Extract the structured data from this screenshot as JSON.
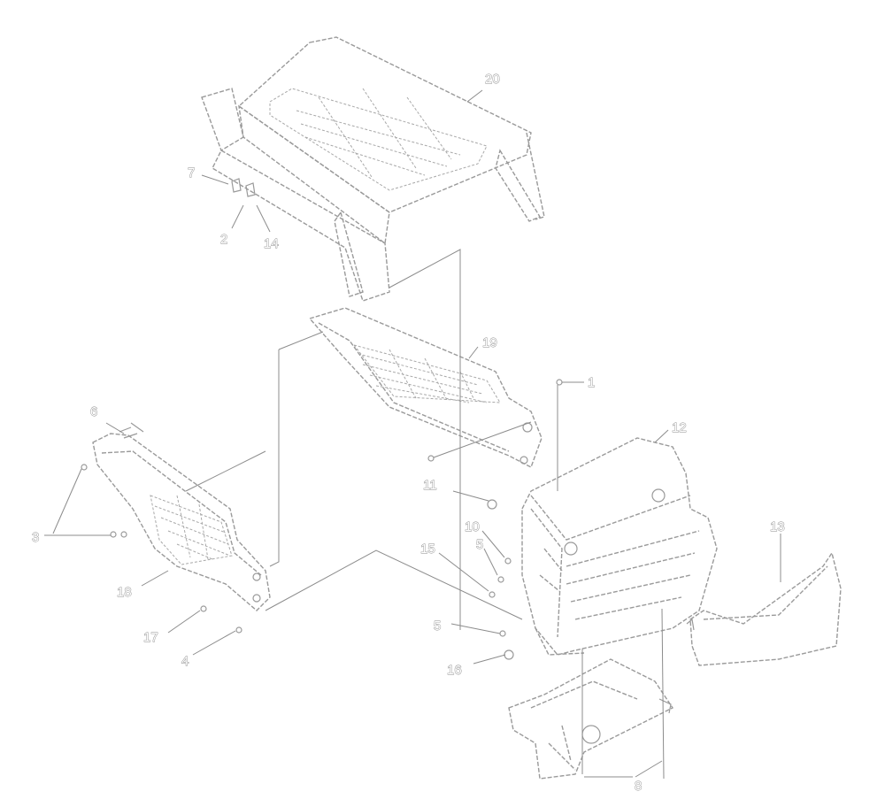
{
  "callouts": {
    "c1": "1",
    "c2": "2",
    "c3": "3",
    "c4": "4",
    "c5a": "5",
    "c5b": "5",
    "c6": "6",
    "c7": "7",
    "c8": "8",
    "c10": "10",
    "c11": "11",
    "c12": "12",
    "c13": "13",
    "c14": "14",
    "c15": "15",
    "c16": "16",
    "c17": "17",
    "c18": "18",
    "c19": "19",
    "c20": "20"
  },
  "colors": {
    "line": "#9a9a9a",
    "background": "#ffffff"
  }
}
